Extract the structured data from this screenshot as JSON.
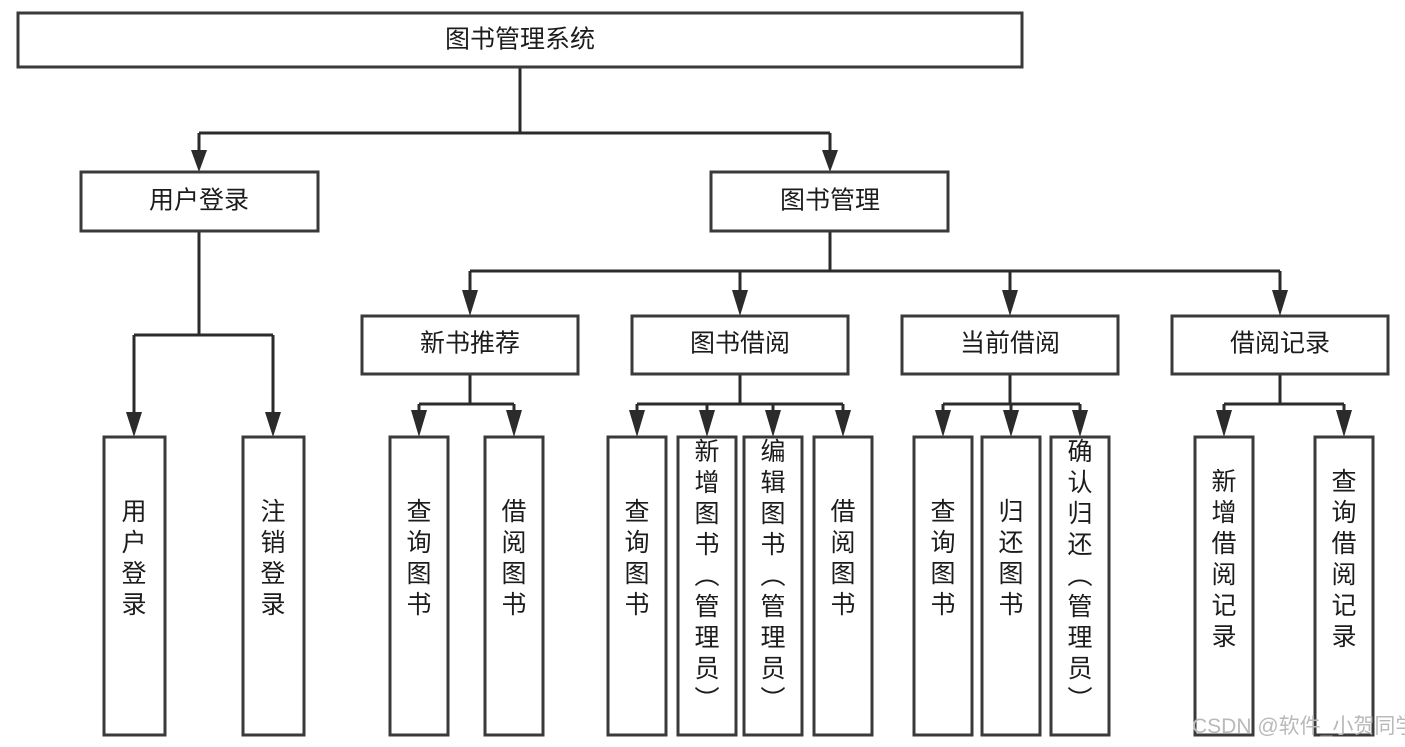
{
  "diagram": {
    "title": "图书管理系统",
    "type": "tree-hierarchy",
    "orientation": "top-down",
    "root": {
      "id": "root",
      "label": "图书管理系统",
      "text_orientation": "horizontal"
    },
    "level2": [
      {
        "id": "user-login",
        "label": "用户登录",
        "text_orientation": "horizontal"
      },
      {
        "id": "book-management",
        "label": "图书管理",
        "text_orientation": "horizontal"
      }
    ],
    "level3": [
      {
        "id": "new-book-recommend",
        "label": "新书推荐",
        "parent": "book-management",
        "text_orientation": "horizontal"
      },
      {
        "id": "book-borrow",
        "label": "图书借阅",
        "parent": "book-management",
        "text_orientation": "horizontal"
      },
      {
        "id": "current-borrow",
        "label": "当前借阅",
        "parent": "book-management",
        "text_orientation": "horizontal"
      },
      {
        "id": "borrow-record",
        "label": "借阅记录",
        "parent": "book-management",
        "text_orientation": "horizontal"
      }
    ],
    "leaves": [
      {
        "id": "leaf-user-login",
        "label": "用户登录",
        "parent": "user-login",
        "text_orientation": "vertical"
      },
      {
        "id": "leaf-logout-login",
        "label": "注销登录",
        "parent": "user-login",
        "text_orientation": "vertical"
      },
      {
        "id": "leaf-query-book-1",
        "label": "查询图书",
        "parent": "new-book-recommend",
        "text_orientation": "vertical"
      },
      {
        "id": "leaf-borrow-book-1",
        "label": "借阅图书",
        "parent": "new-book-recommend",
        "text_orientation": "vertical"
      },
      {
        "id": "leaf-query-book-2",
        "label": "查询图书",
        "parent": "book-borrow",
        "text_orientation": "vertical"
      },
      {
        "id": "leaf-add-book-admin",
        "label": "新增图书（管理员）",
        "parent": "book-borrow",
        "text_orientation": "vertical"
      },
      {
        "id": "leaf-edit-book-admin",
        "label": "编辑图书（管理员）",
        "parent": "book-borrow",
        "text_orientation": "vertical"
      },
      {
        "id": "leaf-borrow-book-2",
        "label": "借阅图书",
        "parent": "book-borrow",
        "text_orientation": "vertical"
      },
      {
        "id": "leaf-query-book-3",
        "label": "查询图书",
        "parent": "current-borrow",
        "text_orientation": "vertical"
      },
      {
        "id": "leaf-return-book",
        "label": "归还图书",
        "parent": "current-borrow",
        "text_orientation": "vertical"
      },
      {
        "id": "leaf-confirm-return-admin",
        "label": "确认归还（管理员）",
        "parent": "current-borrow",
        "text_orientation": "vertical"
      },
      {
        "id": "leaf-add-borrow-record",
        "label": "新增借阅记录",
        "parent": "borrow-record",
        "text_orientation": "vertical"
      },
      {
        "id": "leaf-query-borrow-record",
        "label": "查询借阅记录",
        "parent": "borrow-record",
        "text_orientation": "vertical"
      }
    ],
    "colors": {
      "box_fill": "#ffffff",
      "box_stroke": "#3a3a3a",
      "connector": "#2b2b2b",
      "text": "#1c1c1c",
      "background": "#ffffff",
      "watermark": "#b9b9b9"
    }
  },
  "watermark": {
    "text": "CSDN @软件_小贺同学"
  }
}
